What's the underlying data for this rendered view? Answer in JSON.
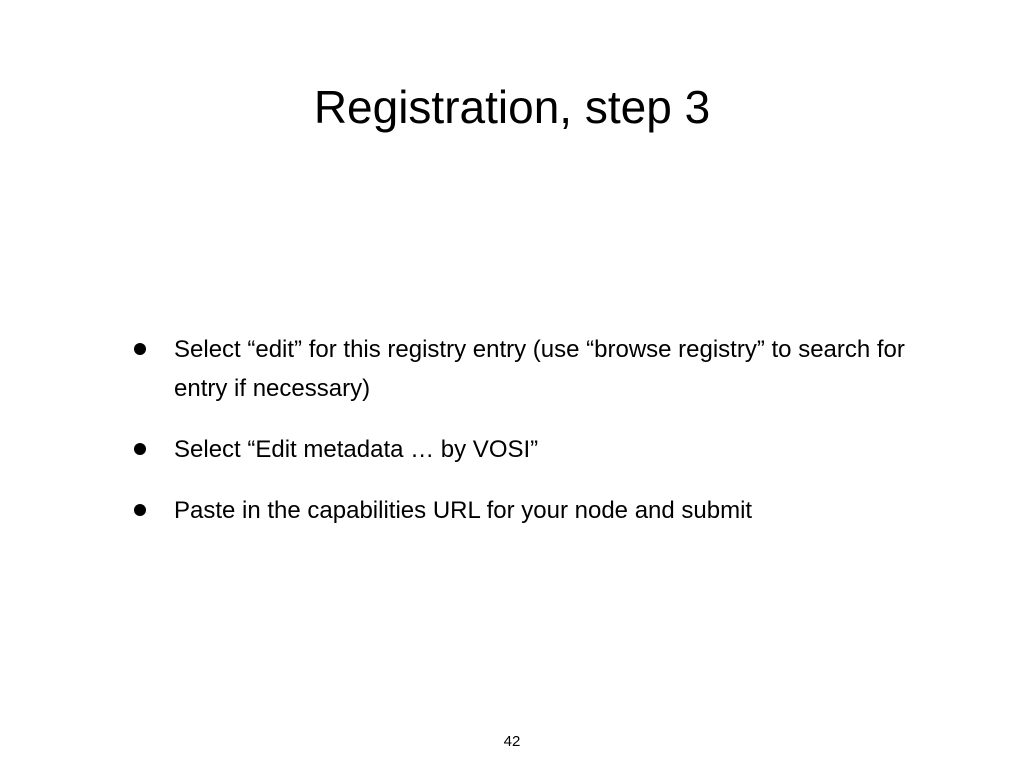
{
  "slide": {
    "title": "Registration, step 3",
    "bullets": [
      {
        "text": "Select “edit” for this registry entry (use “browse registry” to search for entry if necessary)",
        "marker": "bullet-dot"
      },
      {
        "text": "Select “Edit metadata … by VOSI”",
        "marker": "bullet-dot"
      },
      {
        "text": "Paste in the capabilities URL for your node and submit",
        "marker": "bullet-dot"
      }
    ],
    "page_number": "42",
    "colors": {
      "background": "#ffffff",
      "text": "#000000"
    }
  }
}
